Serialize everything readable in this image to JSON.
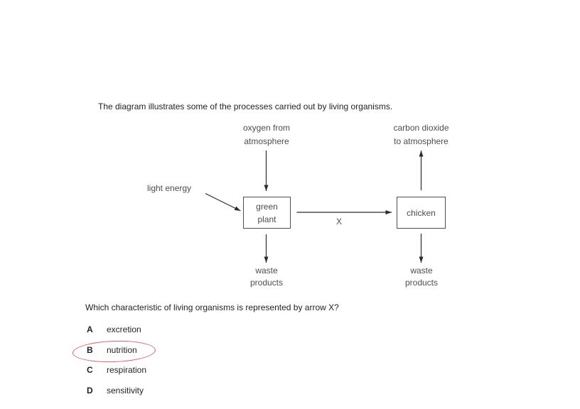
{
  "title": "The diagram illustrates some of the processes carried out by living organisms.",
  "diagram": {
    "oxygen_label": "oxygen from\natmosphere",
    "carbon_dioxide_label": "carbon dioxide\nto atmosphere",
    "light_energy_label": "light energy",
    "green_plant_box": "green\nplant",
    "chicken_box": "chicken",
    "arrow_x_label": "X",
    "waste_left_label": "waste\nproducts",
    "waste_right_label": "waste\nproducts"
  },
  "question": "Which characteristic of living organisms is represented by arrow X?",
  "options": [
    {
      "letter": "A",
      "text": "excretion",
      "selected": false
    },
    {
      "letter": "B",
      "text": "nutrition",
      "selected": true
    },
    {
      "letter": "C",
      "text": "respiration",
      "selected": false
    },
    {
      "letter": "D",
      "text": "sensitivity",
      "selected": false
    }
  ],
  "colors": {
    "text": "#1f1f1f",
    "diagram_text": "#4d4d4d",
    "line": "#2b2b2b",
    "selection_circle": "#dd5f5f"
  }
}
